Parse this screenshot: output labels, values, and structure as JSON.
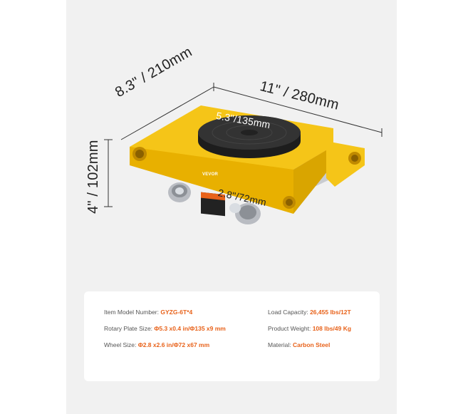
{
  "dimensions": {
    "depth": "8.3\" / 210mm",
    "length": "11\" / 280mm",
    "height": "4\" / 102mm",
    "plate_diameter": "5.3\"/135mm",
    "wheel_width": "2.8\"/72mm"
  },
  "brand": "VEVOR",
  "specs": [
    {
      "label": "Item Model Number:",
      "value": "GYZG-6T*4"
    },
    {
      "label": "Rotary Plate Size:",
      "value": "Φ5.3 x0.4 in/Φ135 x9 mm"
    },
    {
      "label": "Wheel Size:",
      "value": "Φ2.8 x2.6 in/Φ72 x67 mm"
    },
    {
      "label": "Load Capacity:",
      "value": "26,455 lbs/12T"
    },
    {
      "label": "Product Weight:",
      "value": "108 lbs/49 Kg"
    },
    {
      "label": "Material:",
      "value": "Carbon Steel"
    }
  ],
  "colors": {
    "accent": "#e8621a",
    "body": "#f5c518",
    "plate": "#2a2a2a"
  }
}
